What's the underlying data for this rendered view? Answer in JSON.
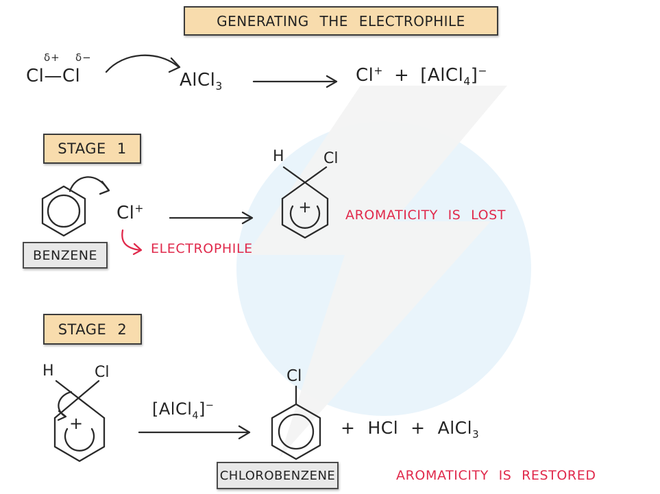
{
  "colors": {
    "background": "#ffffff",
    "stage_box_tan": "#f8dcad",
    "label_box_gray": "#e8e8e8",
    "box_border": "#3b3b3b",
    "ink": "#232323",
    "red_accent": "#e0294b",
    "watermark_blue": "#e9f4fb",
    "watermark_bolt": "#f3f3f3"
  },
  "title": {
    "label": "GENERATING THE ELECTROPHILE"
  },
  "generation": {
    "delta_plus": "δ+",
    "delta_minus": "δ−",
    "chlorine_molecule": "Cl—Cl",
    "catalyst": {
      "base": "AlCl",
      "sub": "3"
    },
    "chloronium": {
      "base": "Cl",
      "sup": "+"
    },
    "plus": "+",
    "tetrachloroaluminate": {
      "open": "[AlCl",
      "sub": "4",
      "close": "]",
      "sup": "−"
    }
  },
  "stage1": {
    "label": "STAGE 1",
    "benzene_label": "BENZENE",
    "electrophile_formula": {
      "base": "Cl",
      "sup": "+"
    },
    "electrophile_label": "ELECTROPHILE",
    "intermediate": {
      "hydrogen": "H",
      "chlorine": "Cl",
      "charge": "+"
    },
    "note": "AROMATICITY IS LOST"
  },
  "stage2": {
    "label": "STAGE 2",
    "intermediate": {
      "hydrogen": "H",
      "chlorine": "Cl",
      "charge": "+"
    },
    "reagent": {
      "open": "[AlCl",
      "sub": "4",
      "close": "]",
      "sup": "−"
    },
    "product": {
      "chlorine": "Cl"
    },
    "plus_1": "+",
    "hcl": "HCl",
    "plus_2": "+",
    "alcl3": {
      "base": "AlCl",
      "sub": "3"
    },
    "product_label": "CHLOROBENZENE",
    "note": "AROMATICITY IS RESTORED"
  }
}
